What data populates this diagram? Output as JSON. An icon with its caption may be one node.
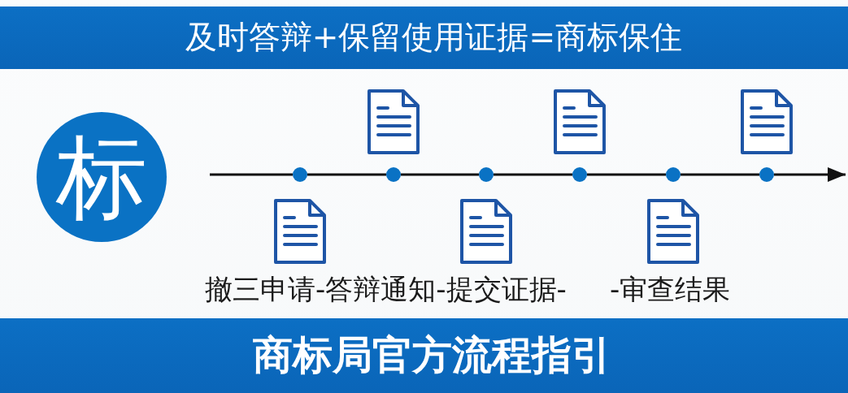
{
  "diagram": {
    "title": "及时答辩+保留使用证据=商标保住",
    "caption": "商标局官方流程指引",
    "nodes": [
      {
        "text": [
          "标"
        ]
      },
      {
        "text": [],
        "shape": "circle"
      },
      {
        "text": [],
        "shape": "circle"
      },
      {
        "text": [],
        "shape": "circle"
      },
      {
        "text": [],
        "shape": "circle"
      },
      {
        "text": [],
        "shape": "circle"
      },
      {
        "text": [],
        "shape": "circle"
      }
    ],
    "edges": [
      {
        "from": null,
        "to": 1,
        "arrow": "none"
      },
      {
        "from": 1,
        "to": 2,
        "arrow": "none"
      },
      {
        "from": 2,
        "to": 3,
        "arrow": "none"
      },
      {
        "from": 3,
        "to": 4,
        "arrow": "none"
      },
      {
        "from": 4,
        "to": 5,
        "arrow": "none"
      },
      {
        "from": 5,
        "to": 6,
        "arrow": "none"
      },
      {
        "from": 6,
        "to": null,
        "arrow": "to"
      }
    ],
    "labels": [
      "撤三申请-答辩通知-提交证据-",
      "-审查结果"
    ]
  }
}
